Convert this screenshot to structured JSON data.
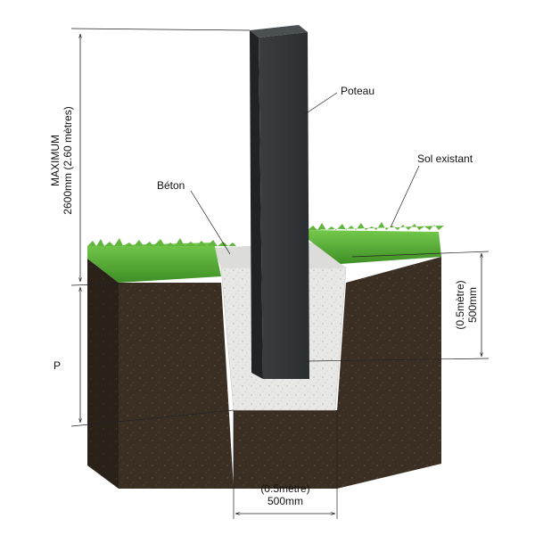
{
  "labels": {
    "post": "Poteau",
    "existing_ground": "Sol existant",
    "concrete": "Béton"
  },
  "dimensions": {
    "height_max_line1": "MAXIMUM",
    "height_max_line2": "2600mm (2.60 mètres)",
    "depth_symbol": "P",
    "hole_depth_line1": "(0.5mètre)",
    "hole_depth_line2": "500mm",
    "hole_width_line1": "(0.5mètre)",
    "hole_width_line2": "500mm"
  },
  "colors": {
    "soil": "#3b2f24",
    "soil_dark": "#2a2119",
    "grass": "#5cb33a",
    "concrete": "#e6e6e4",
    "post": "#2f3335"
  }
}
